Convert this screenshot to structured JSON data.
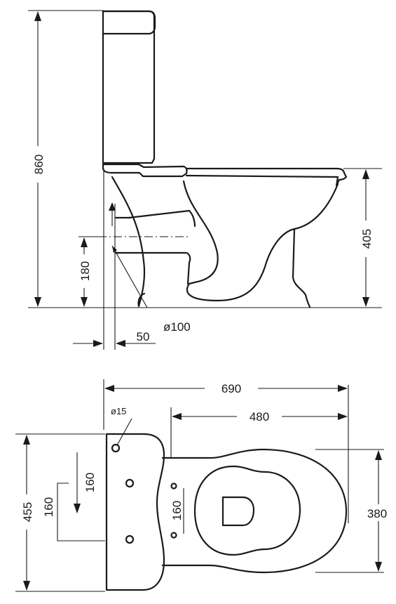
{
  "side_view": {
    "height_total": "860",
    "rim_height": "405",
    "outlet_height": "180",
    "wall_offset": "50",
    "outlet_diameter": "ø100"
  },
  "top_view": {
    "length_total": "690",
    "bowl_length": "480",
    "cistern_width": "455",
    "bowl_width": "380",
    "bolt_spacing_cistern": "160",
    "bolt_spacing_wall": "160",
    "bolt_spacing_floor": "160",
    "hole_diameter": "ø15"
  }
}
